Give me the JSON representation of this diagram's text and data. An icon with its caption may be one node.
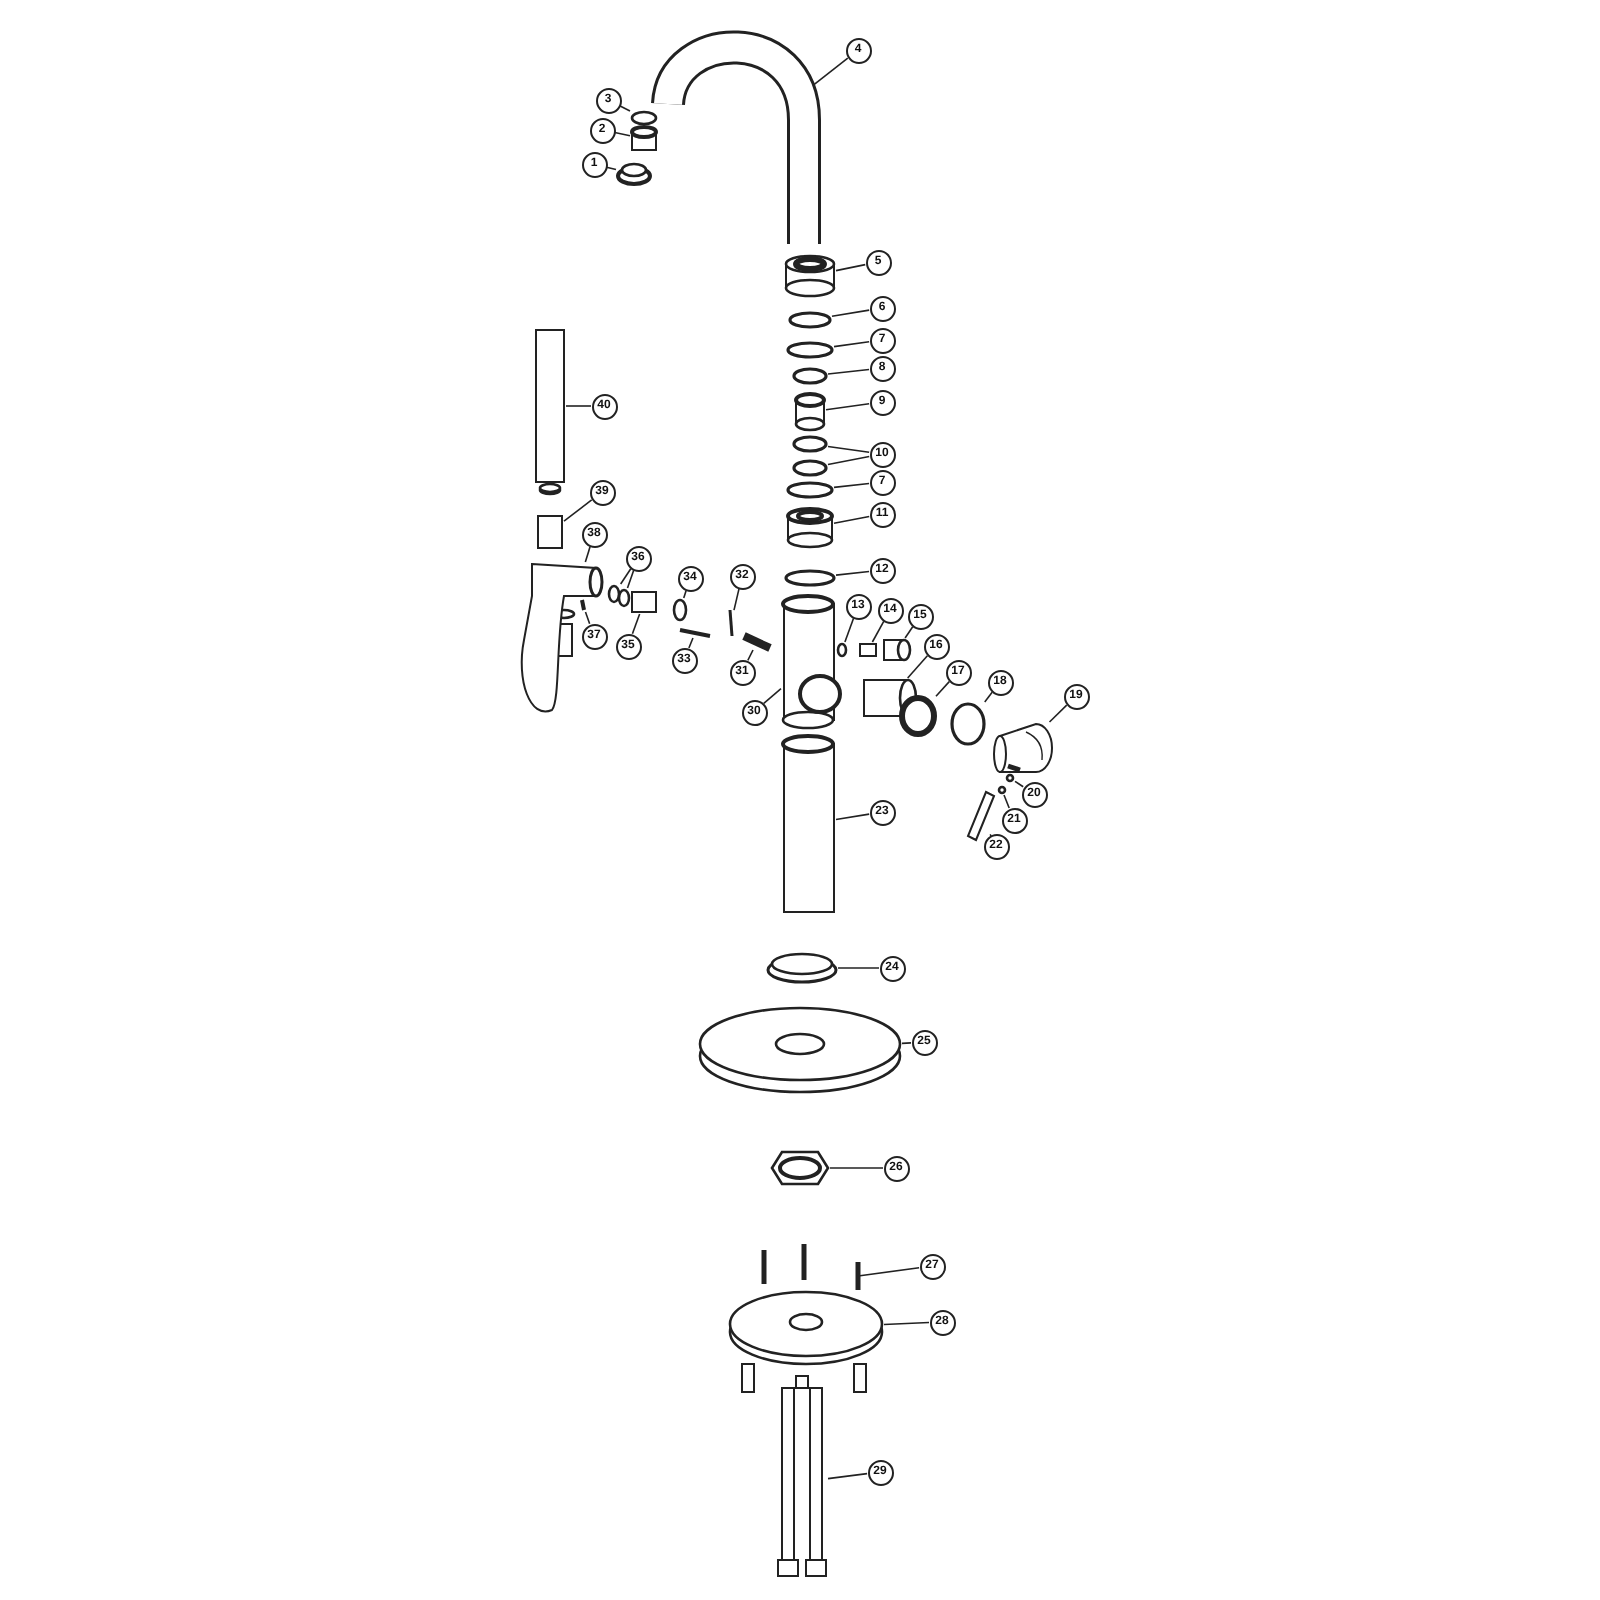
{
  "diagram": {
    "nodes": [
      {
        "text": [
          "1"
        ]
      },
      {
        "text": [
          "2"
        ]
      },
      {
        "text": [
          "3"
        ]
      },
      {
        "text": [
          "4"
        ]
      },
      {
        "text": [
          "5"
        ]
      },
      {
        "text": [
          "6"
        ]
      },
      {
        "text": [
          "7"
        ]
      },
      {
        "text": [
          "8"
        ]
      },
      {
        "text": [
          "9"
        ]
      },
      {
        "text": [
          "10"
        ]
      },
      {
        "text": [
          "7"
        ]
      },
      {
        "text": [
          "11"
        ]
      },
      {
        "text": [
          "12"
        ]
      },
      {
        "text": [
          "13"
        ]
      },
      {
        "text": [
          "14"
        ]
      },
      {
        "text": [
          "15"
        ]
      },
      {
        "text": [
          "16"
        ]
      },
      {
        "text": [
          "17"
        ]
      },
      {
        "text": [
          "18"
        ]
      },
      {
        "text": [
          "19"
        ]
      },
      {
        "text": [
          "20"
        ]
      },
      {
        "text": [
          "21"
        ]
      },
      {
        "text": [
          "22"
        ]
      },
      {
        "text": [
          "23"
        ]
      },
      {
        "text": [
          "24"
        ]
      },
      {
        "text": [
          "25"
        ]
      },
      {
        "text": [
          "26"
        ]
      },
      {
        "text": [
          "27"
        ]
      },
      {
        "text": [
          "28"
        ]
      },
      {
        "text": [
          "29"
        ]
      },
      {
        "text": [
          "30"
        ]
      },
      {
        "text": [
          "31"
        ]
      },
      {
        "text": [
          "32"
        ]
      },
      {
        "text": [
          "33"
        ]
      },
      {
        "text": [
          "34"
        ]
      },
      {
        "text": [
          "35"
        ]
      },
      {
        "text": [
          "36"
        ]
      },
      {
        "text": [
          "37"
        ]
      },
      {
        "text": [
          "38"
        ]
      },
      {
        "text": [
          "39"
        ]
      },
      {
        "text": [
          "40"
        ]
      },
      {
        "text": [],
        "shape": "circle"
      },
      {
        "text": [],
        "shape": "cylinder"
      },
      {
        "text": [],
        "shape": "circle"
      },
      {
        "text": [],
        "shape": "picture"
      },
      {
        "text": [],
        "shape": "cylinder"
      },
      {
        "text": [],
        "shape": "circle"
      },
      {
        "text": [],
        "shape": "circle"
      },
      {
        "text": [],
        "shape": "circle"
      },
      {
        "text": [],
        "shape": "cylinder"
      },
      {
        "text": [],
        "shape": "circle"
      },
      {
        "text": [],
        "shape": "circle"
      },
      {
        "text": [],
        "shape": "circle"
      },
      {
        "text": [],
        "shape": "cylinder"
      },
      {
        "text": [],
        "shape": "circle"
      },
      {
        "text": [],
        "shape": "circle"
      },
      {
        "text": [],
        "shape": "box"
      },
      {
        "text": [],
        "shape": "cylinder"
      },
      {
        "text": [],
        "shape": "cylinder"
      },
      {
        "text": [],
        "shape": "circle"
      },
      {
        "text": [],
        "shape": "circle"
      },
      {
        "text": [],
        "shape": "picture"
      },
      {
        "text": [],
        "shape": "circle"
      },
      {
        "text": [],
        "shape": "circle"
      },
      {
        "text": [],
        "shape": "bar"
      },
      {
        "text": [],
        "shape": "cylinder"
      },
      {
        "text": [],
        "shape": "circle"
      },
      {
        "text": [],
        "shape": "circle"
      },
      {
        "text": [],
        "shape": "picture"
      },
      {
        "text": [],
        "shape": "bar"
      },
      {
        "text": [],
        "shape": "circle"
      },
      {
        "text": [],
        "shape": "bar"
      },
      {
        "text": [],
        "shape": "picture"
      },
      {
        "text": [],
        "shape": "bar"
      },
      {
        "text": [],
        "shape": "bar"
      },
      {
        "text": [],
        "shape": "bar"
      },
      {
        "text": [],
        "shape": "circle"
      },
      {
        "text": [],
        "shape": "box"
      },
      {
        "text": [],
        "shape": "circle"
      },
      {
        "text": [],
        "shape": "circle"
      },
      {
        "text": [],
        "shape": "bar"
      },
      {
        "text": [],
        "shape": "picture"
      },
      {
        "text": [],
        "shape": "box"
      },
      {
        "text": [],
        "shape": "box"
      }
    ],
    "edges": [
      {
        "from": 0,
        "to": 41,
        "arrow": "none"
      },
      {
        "from": 1,
        "to": 42,
        "arrow": "none"
      },
      {
        "from": 2,
        "to": 43,
        "arrow": "none"
      },
      {
        "from": 3,
        "to": 44,
        "arrow": "none"
      },
      {
        "from": 4,
        "to": 45,
        "arrow": "none"
      },
      {
        "from": 5,
        "to": 46,
        "arrow": "none"
      },
      {
        "from": 6,
        "to": 47,
        "arrow": "none"
      },
      {
        "from": 7,
        "to": 48,
        "arrow": "none"
      },
      {
        "from": 8,
        "to": 49,
        "arrow": "none"
      },
      {
        "from": 9,
        "to": 50,
        "arrow": "none"
      },
      {
        "from": 9,
        "to": 51,
        "arrow": "none"
      },
      {
        "from": 10,
        "to": 52,
        "arrow": "none"
      },
      {
        "from": 11,
        "to": 53,
        "arrow": "none"
      },
      {
        "from": 12,
        "to": 54,
        "arrow": "none"
      },
      {
        "from": 13,
        "to": 55,
        "arrow": "none"
      },
      {
        "from": 14,
        "to": 56,
        "arrow": "none"
      },
      {
        "from": 15,
        "to": 57,
        "arrow": "none"
      },
      {
        "from": 16,
        "to": 58,
        "arrow": "none"
      },
      {
        "from": 17,
        "to": 59,
        "arrow": "none"
      },
      {
        "from": 18,
        "to": 60,
        "arrow": "none"
      },
      {
        "from": 19,
        "to": 61,
        "arrow": "none"
      },
      {
        "from": 20,
        "to": 62,
        "arrow": "none"
      },
      {
        "from": 21,
        "to": 63,
        "arrow": "none"
      },
      {
        "from": 22,
        "to": 64,
        "arrow": "none"
      },
      {
        "from": 23,
        "to": 65,
        "arrow": "none"
      },
      {
        "from": 24,
        "to": 66,
        "arrow": "none"
      },
      {
        "from": 25,
        "to": 67,
        "arrow": "none"
      },
      {
        "from": 26,
        "to": 68,
        "arrow": "none"
      },
      {
        "from": 27,
        "to": 69,
        "arrow": "none"
      },
      {
        "from": 28,
        "to": 70,
        "arrow": "none"
      },
      {
        "from": 29,
        "to": 71,
        "arrow": "none"
      },
      {
        "from": 30,
        "to": 72,
        "arrow": "none"
      },
      {
        "from": 31,
        "to": 73,
        "arrow": "none"
      },
      {
        "from": 32,
        "to": 74,
        "arrow": "none"
      },
      {
        "from": 33,
        "to": 75,
        "arrow": "none"
      },
      {
        "from": 34,
        "to": 76,
        "arrow": "none"
      },
      {
        "from": 35,
        "to": 77,
        "arrow": "none"
      },
      {
        "from": 36,
        "to": 78,
        "arrow": "none"
      },
      {
        "from": 36,
        "to": 79,
        "arrow": "none"
      },
      {
        "from": 37,
        "to": 80,
        "arrow": "none"
      },
      {
        "from": 38,
        "to": 81,
        "arrow": "none"
      },
      {
        "from": 39,
        "to": 82,
        "arrow": "none"
      },
      {
        "from": 40,
        "to": 83,
        "arrow": "none"
      }
    ]
  }
}
